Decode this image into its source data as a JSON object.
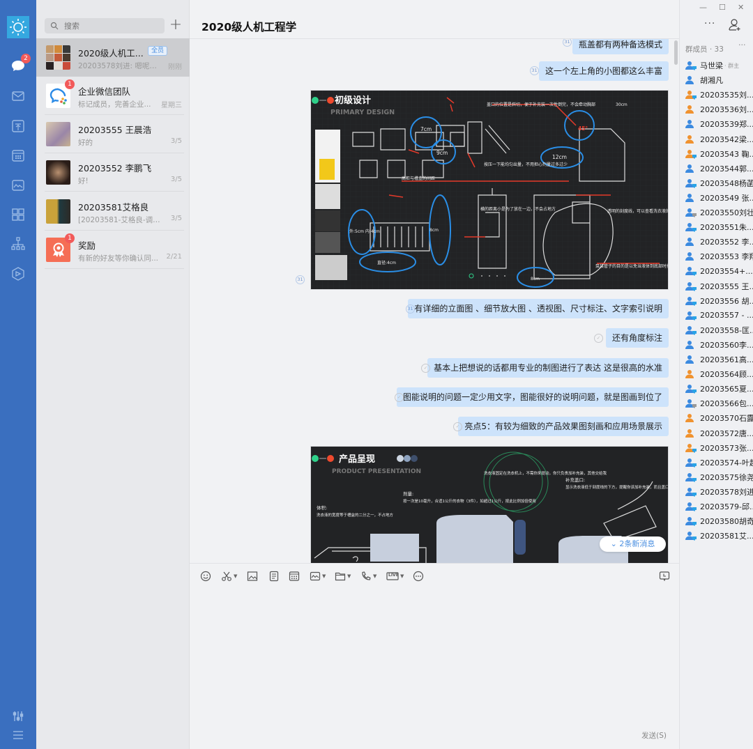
{
  "window": {
    "minimize": "—",
    "maximize": "☐",
    "close": "✕"
  },
  "rail": {
    "logo": "sun-logo",
    "items": [
      {
        "icon": "chat-icon",
        "badge": "2"
      },
      {
        "icon": "mail-icon"
      },
      {
        "icon": "document-icon"
      },
      {
        "icon": "calendar-icon"
      },
      {
        "icon": "photo-icon"
      },
      {
        "icon": "apps-grid-icon"
      },
      {
        "icon": "org-chart-icon"
      },
      {
        "icon": "cube-icon"
      }
    ],
    "bottom": [
      {
        "icon": "settings-sliders-icon"
      },
      {
        "icon": "menu-icon"
      }
    ]
  },
  "chat_list": {
    "search_placeholder": "搜索",
    "add_label": "+",
    "conversations": [
      {
        "name": "2020级人机工...",
        "tag": "全员",
        "preview": "20203578刘进: 嗯呢，...",
        "time": "刚刚",
        "selected": true
      },
      {
        "name": "企业微信团队",
        "preview": "标记成员，完善企业...",
        "time": "星期三",
        "badge": "1"
      },
      {
        "name": "20203555 王晨浩",
        "preview": "好的",
        "time": "3/5"
      },
      {
        "name": "20203552 李鹏飞",
        "preview": "好!",
        "time": "3/5"
      },
      {
        "name": "20203581艾格良",
        "preview": "[20203581-艾格良-调研...",
        "time": "3/5"
      },
      {
        "name": "奖励",
        "preview": "有新的好友等你确认同...",
        "time": "2/21",
        "badge": "1"
      }
    ]
  },
  "chat": {
    "title": "2020级人机工程学",
    "more_label": "···",
    "receipt_count": "31",
    "messages": [
      {
        "text": "瓶盖都有两种备选模式",
        "receipt": "31"
      },
      {
        "text": "这一个左上角的小图都这么丰富",
        "receipt": "31"
      },
      {
        "image": "primary-design",
        "receipt": "31",
        "img": {
          "title": "初级设计",
          "subtitle": "PRIMARY DESIGN",
          "labels": [
            "7cm",
            "9cm",
            "高柜与槽盒的间距",
            "盖口的位置是斜切，便于补充装一次性倒完，不会牵动胸部",
            "30cm",
            "45°",
            "12cm",
            "按压一下能均匀出量，不用担心剂量过多过少",
            "外:5cm 内:4cm",
            "直径:4cm",
            "8cm",
            "横的距离小是为了放在一边，不会占地方",
            "透明的刻度线，可以查看洗衣液的剩余量",
            "泵装管子的目的是以免当液体到底部时挤压不出",
            "8cm"
          ]
        }
      },
      {
        "text": "有详细的立面图 、细节放大图 、透视图、尺寸标注、文字索引说明",
        "receipt": "31"
      },
      {
        "text": "还有角度标注",
        "receipt": "read"
      },
      {
        "text": "基本上把想说的话都用专业的制图进行了表达  这是很高的水准",
        "receipt": "read"
      },
      {
        "text": "图能说明的问题一定少用文字，图能很好的说明问题，就是图画到位了",
        "receipt": "read"
      },
      {
        "text": "亮点5：有较为细致的产品效果图刻画和应用场景展示",
        "receipt": "read"
      },
      {
        "image": "product-presentation",
        "img": {
          "title": "产品呈现",
          "subtitle": "PRODUCT PRESENTATION",
          "labels": [
            "体积:",
            "洗衣液的宽度等于槽盒的二分之一，不占地方",
            "剂量:",
            "按一次是10毫升，合适1公斤的衣物（3件），如超过1公斤，按此比例加倍使用",
            "洗衣液固定在洗衣机上，不需你来提动，你只负责加补充装，其他交给我",
            "补充盖口:",
            "显示洗衣液低于刻度线的下方，提醒你该加补充装，而且盖口是斜上，不会牵动胸部"
          ]
        }
      }
    ],
    "new_messages": "2条新消息",
    "send_label": "发送(S)",
    "toolbar": [
      "emoji-icon",
      "scissors-icon",
      "image-icon",
      "note-icon",
      "calendar-icon",
      "photo-icon",
      "folder-icon",
      "phone-icon",
      "live-icon",
      "more-icon",
      "history-icon"
    ],
    "live_text": "LIVE"
  },
  "members": {
    "header": "群成员 · 33",
    "more": "···",
    "owner_tag": "· 群主",
    "list": [
      {
        "name": "马世梁",
        "color": "blue",
        "device": true,
        "owner": true
      },
      {
        "name": "胡湘凡",
        "color": "blue"
      },
      {
        "name": "20203535刘...",
        "color": "orange",
        "device": true
      },
      {
        "name": "20203536刘...",
        "color": "orange"
      },
      {
        "name": "20203539郑...",
        "color": "blue"
      },
      {
        "name": "20203542梁...",
        "color": "orange"
      },
      {
        "name": "20203543 鞠...",
        "color": "orange",
        "device": true
      },
      {
        "name": "20203544郭...",
        "color": "blue"
      },
      {
        "name": "20203548杨菡",
        "color": "blue",
        "device": true
      },
      {
        "name": "20203549 张...",
        "color": "blue"
      },
      {
        "name": "20203550刘壮",
        "color": "blue",
        "device": true,
        "grey": true
      },
      {
        "name": "20203551朱...",
        "color": "blue",
        "device": true
      },
      {
        "name": "20203552 李...",
        "color": "blue"
      },
      {
        "name": "20203553 李翔",
        "color": "blue"
      },
      {
        "name": "20203554+...",
        "color": "blue",
        "device": true
      },
      {
        "name": "20203555 王...",
        "color": "blue",
        "device": true
      },
      {
        "name": "20203556 胡...",
        "color": "blue",
        "device": true
      },
      {
        "name": "20203557 - ...",
        "color": "blue",
        "device": true
      },
      {
        "name": "20203558-匡...",
        "color": "blue",
        "device": true
      },
      {
        "name": "20203560李...",
        "color": "blue"
      },
      {
        "name": "20203561高...",
        "color": "blue"
      },
      {
        "name": "20203564顾...",
        "color": "orange"
      },
      {
        "name": "20203565夏...",
        "color": "blue",
        "device": true
      },
      {
        "name": "20203566包...",
        "color": "blue",
        "device": true,
        "grey": true
      },
      {
        "name": "20203570石露",
        "color": "orange"
      },
      {
        "name": "20203572唐...",
        "color": "orange"
      },
      {
        "name": "20203573张...",
        "color": "orange",
        "device": true
      },
      {
        "name": "20203574-叶超",
        "color": "blue",
        "device": true
      },
      {
        "name": "20203575徐尧",
        "color": "blue",
        "device": true
      },
      {
        "name": "20203578刘进",
        "color": "blue",
        "device": true
      },
      {
        "name": "20203579-邱...",
        "color": "blue",
        "device": true
      },
      {
        "name": "20203580胡奇",
        "color": "blue",
        "device": true
      },
      {
        "name": "20203581艾...",
        "color": "blue",
        "device": true
      }
    ]
  },
  "colors": {
    "rail": "#3a6fbf",
    "bubble": "#cde3fb",
    "badge": "#f25a5a",
    "blue": "#3b8ae0",
    "orange": "#f0922f"
  }
}
